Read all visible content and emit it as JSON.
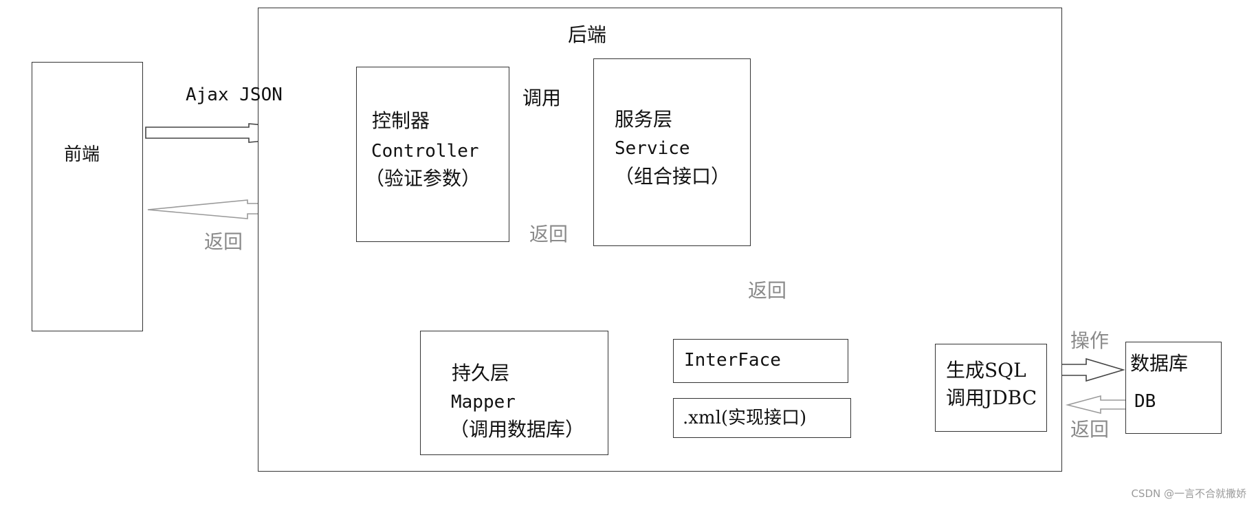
{
  "frontend": {
    "label": "前端"
  },
  "backend": {
    "title": "后端"
  },
  "request_label": "Ajax JSON",
  "controller": {
    "line1": "控制器",
    "line2": "Controller",
    "line3": "（验证参数）"
  },
  "call_label": "调用",
  "service": {
    "line1": "服务层",
    "line2": "Service",
    "line3": "（组合接口）"
  },
  "return_labels": {
    "to_frontend": "返回",
    "to_controller": "返回",
    "to_service": "返回",
    "from_db": "返回"
  },
  "mapper": {
    "line1": "持久层",
    "line2": "Mapper",
    "line3": "（调用数据库）"
  },
  "interface": {
    "label": "InterFace"
  },
  "xml": {
    "label": ".xml(实现接口)"
  },
  "sql": {
    "line1": "生成SQL",
    "line2": "调用JDBC"
  },
  "operate_label": "操作",
  "database": {
    "line1": "数据库",
    "line2": "DB"
  },
  "watermark": "CSDN @一言不合就撒娇"
}
